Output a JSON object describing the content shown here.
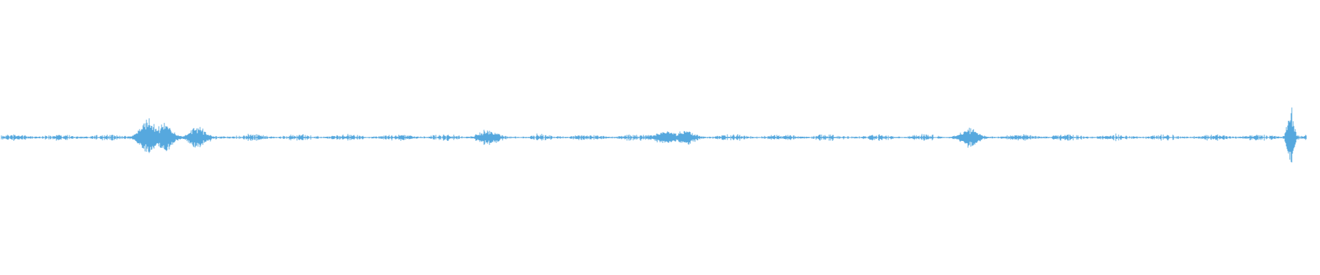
{
  "waveform": {
    "color": "#56a8de",
    "background": "#ffffff",
    "bursts": [
      {
        "pos": 0.112,
        "amp": 0.55
      },
      {
        "pos": 0.125,
        "amp": 0.45
      },
      {
        "pos": 0.15,
        "amp": 0.28
      },
      {
        "pos": 0.372,
        "amp": 0.18
      },
      {
        "pos": 0.508,
        "amp": 0.2
      },
      {
        "pos": 0.525,
        "amp": 0.16
      },
      {
        "pos": 0.742,
        "amp": 0.25
      },
      {
        "pos": 0.988,
        "amp": 1.0
      }
    ]
  }
}
